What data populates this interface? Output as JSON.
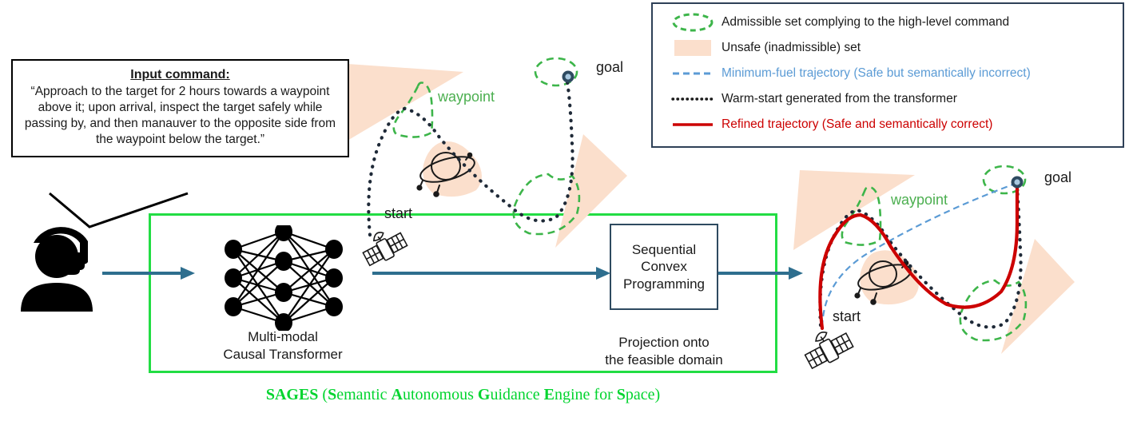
{
  "command": {
    "title": "Input command:",
    "text": "“Approach to the target for 2 hours towards a waypoint above it; upon arrival, inspect the target safely while passing by, and then manauver to the opposite side from the waypoint below the target.”"
  },
  "pipeline": {
    "transformer": {
      "line1": "Multi-modal",
      "line2": "Causal Transformer"
    },
    "scp": {
      "line1": "Sequential",
      "line2": "Convex",
      "line3": "Programming",
      "caption_line1": "Projection onto",
      "caption_line2": "the feasible domain"
    },
    "caption": {
      "acronym": "SAGES",
      "expansion_open": " (",
      "s1": "S",
      "w1": "emantic ",
      "a1": "A",
      "w2": "utonomous ",
      "g1": "G",
      "w3": "uidance ",
      "e1": "E",
      "w4": "ngine for ",
      "s2": "S",
      "w5": "pace)"
    }
  },
  "legend": {
    "items": [
      {
        "icon": "green-dashed-ellipse",
        "label": "Admissible set complying to the high-level command",
        "color": "#1a1a1a"
      },
      {
        "icon": "peach-rectangle",
        "label": "Unsafe (inadmissible) set",
        "color": "#1a1a1a"
      },
      {
        "icon": "blue-dashed-line",
        "label": "Minimum-fuel trajectory (Safe but semantically incorrect)",
        "color": "#5b9bd5"
      },
      {
        "icon": "black-dotted-line",
        "label": "Warm-start generated from the transformer",
        "color": "#1a1a1a"
      },
      {
        "icon": "red-solid-line",
        "label": "Refined trajectory (Safe and semantically correct)",
        "color": "#cc0000"
      }
    ]
  },
  "left_diagram": {
    "start_label": "start",
    "goal_label": "goal",
    "waypoint_label": "waypoint"
  },
  "right_diagram": {
    "start_label": "start",
    "goal_label": "goal",
    "waypoint_label": "waypoint"
  },
  "colors": {
    "admissible_green": "#3db54a",
    "waypoint_text_green": "#4caf50",
    "unsafe_peach": "#fbdfcc",
    "min_fuel_blue": "#5b9bd5",
    "warm_start_black": "#1f2a38",
    "refined_red": "#cc0000",
    "arrow_teal": "#2e6e8e",
    "sages_green": "#22dd44",
    "sages_text_green": "#00d42e",
    "legend_border": "#2e4057",
    "goal_marker_ring": "#2e4a60",
    "goal_marker_fill": "#a8c8e0"
  }
}
